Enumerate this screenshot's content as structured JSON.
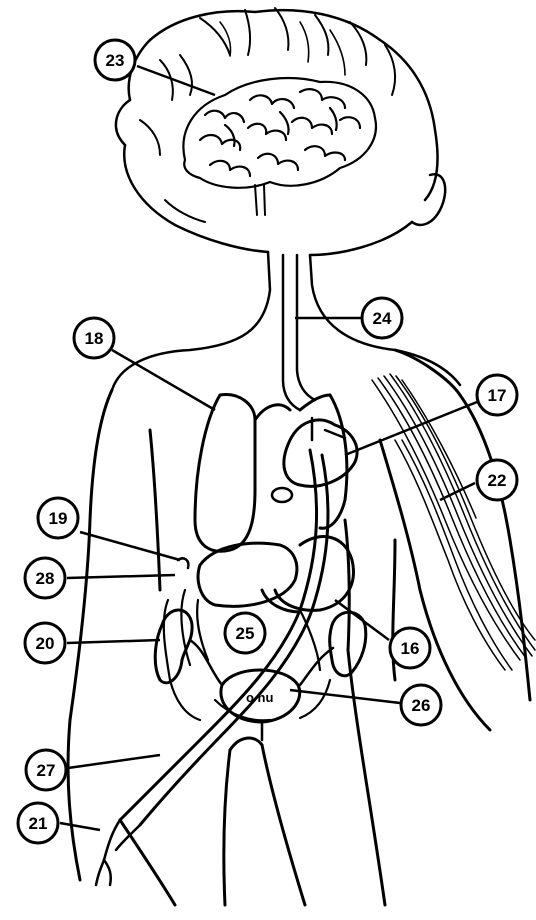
{
  "diagram": {
    "subject": "human body organs",
    "callouts": [
      {
        "id": "c23",
        "label": "23"
      },
      {
        "id": "c24",
        "label": "24"
      },
      {
        "id": "c18",
        "label": "18"
      },
      {
        "id": "c17",
        "label": "17"
      },
      {
        "id": "c22",
        "label": "22"
      },
      {
        "id": "c19",
        "label": "19"
      },
      {
        "id": "c28",
        "label": "28"
      },
      {
        "id": "c20",
        "label": "20"
      },
      {
        "id": "c25",
        "label": "25"
      },
      {
        "id": "c16",
        "label": "16"
      },
      {
        "id": "c26",
        "label": "26"
      },
      {
        "id": "c27",
        "label": "27"
      },
      {
        "id": "c21",
        "label": "21"
      }
    ],
    "bladder_text": "o nu",
    "colors": {
      "ink": "#000000",
      "paper": "#ffffff"
    }
  }
}
